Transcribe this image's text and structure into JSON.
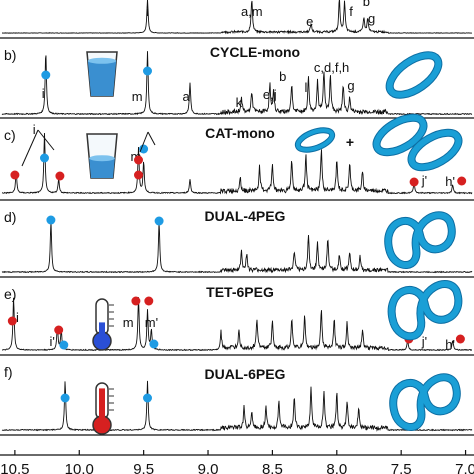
{
  "chart_data": {
    "type": "line",
    "xlim": [
      10.6,
      6.95
    ],
    "x_ticks": [
      "10.5",
      "10.0",
      "9.5",
      "9.0",
      "8.5",
      "8.0",
      "7.5",
      "7.0"
    ],
    "x_tick_values": [
      10.5,
      10.0,
      9.5,
      9.0,
      8.5,
      8.0,
      7.5,
      7.0
    ],
    "panels": [
      {
        "id": "top",
        "label": "",
        "title": "",
        "peaks": [
          [
            9.47,
            1.0
          ],
          [
            8.66,
            1.0
          ],
          [
            8.2,
            0.25
          ],
          [
            7.98,
            1.0
          ],
          [
            7.94,
            0.9
          ],
          [
            7.79,
            0.45
          ],
          [
            7.76,
            0.4
          ]
        ],
        "peak_labels": [
          {
            "text": "i",
            "x": 9.47
          },
          {
            "text": "a,m",
            "x": 8.66
          },
          {
            "text": "e",
            "x": 8.21
          },
          {
            "text": "f",
            "x": 7.89
          },
          {
            "text": "b",
            "x": 7.77
          },
          {
            "text": "g",
            "x": 7.73
          }
        ],
        "markers": [],
        "icons": []
      },
      {
        "id": "b",
        "label": "b)",
        "title": "CYCLE-mono",
        "peaks": [
          [
            10.26,
            0.9
          ],
          [
            9.47,
            0.9
          ],
          [
            9.14,
            0.45
          ],
          [
            8.74,
            0.2
          ],
          [
            8.66,
            0.3
          ],
          [
            8.52,
            0.4
          ],
          [
            8.49,
            0.3
          ],
          [
            8.35,
            0.4
          ],
          [
            8.22,
            0.5
          ],
          [
            8.15,
            0.45
          ],
          [
            8.1,
            0.6
          ],
          [
            8.05,
            0.55
          ],
          [
            7.95,
            0.4
          ],
          [
            7.9,
            0.2
          ]
        ],
        "peak_labels": [
          {
            "text": "i",
            "x": 10.28
          },
          {
            "text": "m",
            "x": 9.55
          },
          {
            "text": "a",
            "x": 9.17
          },
          {
            "text": "k",
            "x": 8.76
          },
          {
            "text": "e,j",
            "x": 8.52
          },
          {
            "text": "b",
            "x": 8.42
          },
          {
            "text": "l",
            "x": 8.24
          },
          {
            "text": "c,d,f,h",
            "x": 8.04
          },
          {
            "text": "g",
            "x": 7.89
          }
        ],
        "markers": [
          {
            "x": 10.26,
            "color": "blue"
          },
          {
            "x": 9.47,
            "color": "blue"
          }
        ],
        "icons": [
          "water-glass-full",
          "cycle-ring"
        ]
      },
      {
        "id": "c",
        "label": "c)",
        "title": "CAT-mono",
        "peaks": [
          [
            10.49,
            0.3
          ],
          [
            10.27,
            0.85
          ],
          [
            10.16,
            0.2
          ],
          [
            9.54,
            0.65
          ],
          [
            9.5,
            0.45
          ],
          [
            9.14,
            0.2
          ],
          [
            8.75,
            0.2
          ],
          [
            8.6,
            0.35
          ],
          [
            8.5,
            0.4
          ],
          [
            8.35,
            0.45
          ],
          [
            8.24,
            0.55
          ],
          [
            8.12,
            0.6
          ],
          [
            8.0,
            0.45
          ],
          [
            7.9,
            0.4
          ],
          [
            7.8,
            0.3
          ],
          [
            7.4,
            0.15
          ],
          [
            7.1,
            0.12
          ]
        ],
        "peak_labels": [
          {
            "text": "i",
            "x": 10.35
          },
          {
            "text": "m",
            "x": 9.56
          },
          {
            "text": "j'",
            "x": 7.32
          },
          {
            "text": "h'",
            "x": 7.12
          }
        ],
        "markers": [
          {
            "x": 10.5,
            "color": "red"
          },
          {
            "x": 10.27,
            "color": "blue"
          },
          {
            "x": 10.15,
            "color": "red"
          },
          {
            "x": 9.54,
            "color": "red"
          },
          {
            "x": 9.5,
            "color": "blue"
          },
          {
            "x": 9.54,
            "color": "red"
          },
          {
            "x": 7.4,
            "color": "red"
          },
          {
            "x": 7.03,
            "color": "red"
          }
        ],
        "icons": [
          "water-glass-half",
          "cycle-ring",
          "catenane"
        ]
      },
      {
        "id": "d",
        "label": "d)",
        "title": "DUAL-4PEG",
        "peaks": [
          [
            10.22,
            0.8
          ],
          [
            9.38,
            0.8
          ],
          [
            8.74,
            0.3
          ],
          [
            8.7,
            0.25
          ],
          [
            8.33,
            0.3
          ],
          [
            8.22,
            0.55
          ],
          [
            8.15,
            0.45
          ],
          [
            8.07,
            0.5
          ],
          [
            7.98,
            0.25
          ],
          [
            7.9,
            0.3
          ],
          [
            7.82,
            0.2
          ]
        ],
        "peak_labels": [],
        "markers": [
          {
            "x": 10.22,
            "color": "blue"
          },
          {
            "x": 9.38,
            "color": "blue"
          }
        ],
        "icons": [
          "dual-knot"
        ]
      },
      {
        "id": "e",
        "label": "e)",
        "title": "TET-6PEG",
        "peaks": [
          [
            10.51,
            0.8
          ],
          [
            10.17,
            0.35
          ],
          [
            10.14,
            0.3
          ],
          [
            9.54,
            0.8
          ],
          [
            9.47,
            0.6
          ],
          [
            9.44,
            0.3
          ],
          [
            8.9,
            0.25
          ],
          [
            8.76,
            0.3
          ],
          [
            8.62,
            0.45
          ],
          [
            8.5,
            0.4
          ],
          [
            8.35,
            0.45
          ],
          [
            8.25,
            0.5
          ],
          [
            8.12,
            0.6
          ],
          [
            8.02,
            0.45
          ],
          [
            7.92,
            0.4
          ],
          [
            7.8,
            0.3
          ],
          [
            7.45,
            0.15
          ],
          [
            7.1,
            0.15
          ]
        ],
        "peak_labels": [
          {
            "text": "i",
            "x": 10.48
          },
          {
            "text": "i'",
            "x": 10.21
          },
          {
            "text": "m",
            "x": 9.62
          },
          {
            "text": "m'",
            "x": 9.44
          },
          {
            "text": "j'",
            "x": 7.32
          },
          {
            "text": "h'",
            "x": 7.12
          }
        ],
        "markers": [
          {
            "x": 10.52,
            "color": "red"
          },
          {
            "x": 10.16,
            "color": "red"
          },
          {
            "x": 10.12,
            "color": "blue"
          },
          {
            "x": 9.56,
            "color": "red"
          },
          {
            "x": 9.46,
            "color": "red"
          },
          {
            "x": 9.42,
            "color": "blue"
          },
          {
            "x": 7.44,
            "color": "red"
          },
          {
            "x": 7.04,
            "color": "red"
          }
        ],
        "icons": [
          "thermometer-cold",
          "tet-knot"
        ]
      },
      {
        "id": "f",
        "label": "f)",
        "title": "DUAL-6PEG",
        "peaks": [
          [
            10.11,
            0.7
          ],
          [
            9.47,
            0.7
          ],
          [
            8.72,
            0.3
          ],
          [
            8.66,
            0.25
          ],
          [
            8.55,
            0.3
          ],
          [
            8.45,
            0.4
          ],
          [
            8.33,
            0.45
          ],
          [
            8.2,
            0.6
          ],
          [
            8.1,
            0.55
          ],
          [
            8.0,
            0.5
          ],
          [
            7.92,
            0.4
          ],
          [
            7.83,
            0.3
          ]
        ],
        "peak_labels": [],
        "markers": [
          {
            "x": 10.11,
            "color": "blue"
          },
          {
            "x": 9.47,
            "color": "blue"
          }
        ],
        "icons": [
          "thermometer-hot",
          "dual-knot"
        ]
      }
    ]
  },
  "colors": {
    "blue_marker": "#1e9be3",
    "red_marker": "#d62020",
    "knot": "#1a9fd6",
    "knot_dark": "#0d6ea3",
    "spectrum": "#111111"
  }
}
